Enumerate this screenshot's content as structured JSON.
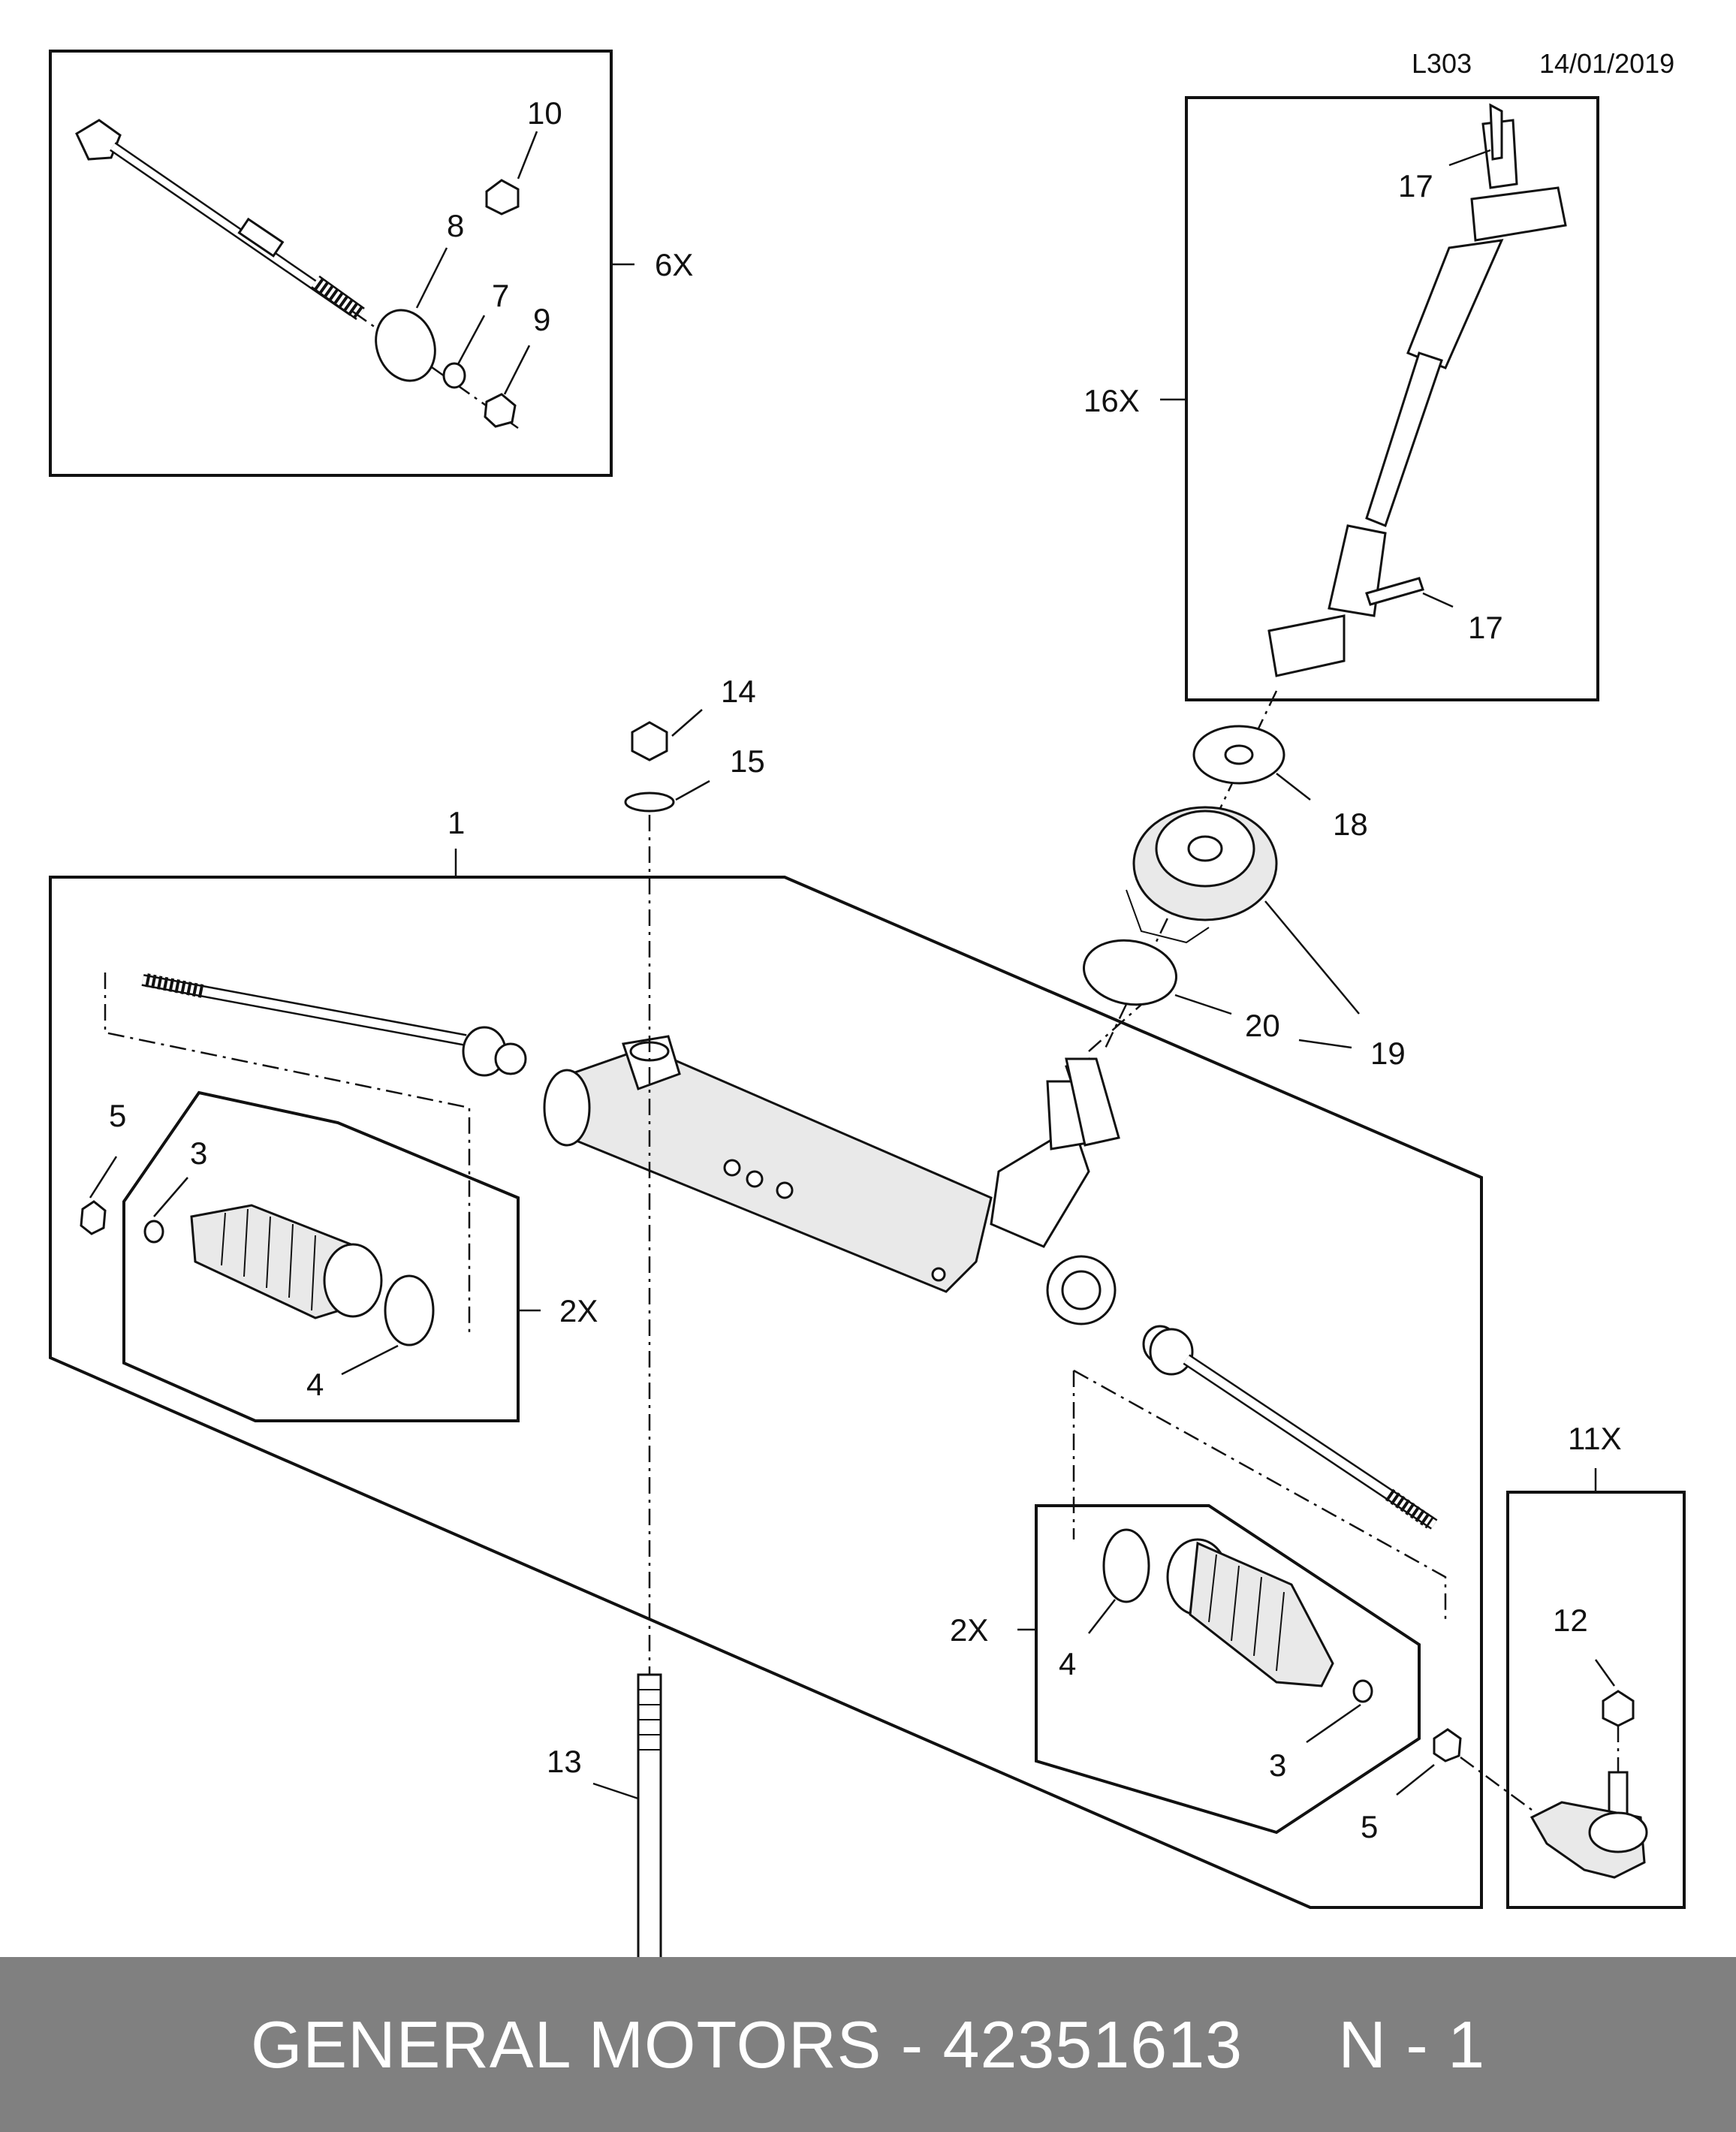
{
  "header": {
    "diagram_code": "L303",
    "date": "14/01/2019"
  },
  "callouts": {
    "c1": "1",
    "c3a": "3",
    "c3b": "3",
    "c4a": "4",
    "c4b": "4",
    "c5a": "5",
    "c5b": "5",
    "c7": "7",
    "c8": "8",
    "c9": "9",
    "c10": "10",
    "c12": "12",
    "c13": "13",
    "c14": "14",
    "c15": "15",
    "c17a": "17",
    "c17b": "17",
    "c18": "18",
    "c19": "19",
    "c20": "20"
  },
  "quantities": {
    "q6x": "6X",
    "q16x": "16X",
    "q2x_left": "2X",
    "q2x_right": "2X",
    "q11x": "11X"
  },
  "footer": {
    "text": "GENERAL MOTORS - 42351613     N - 1"
  }
}
